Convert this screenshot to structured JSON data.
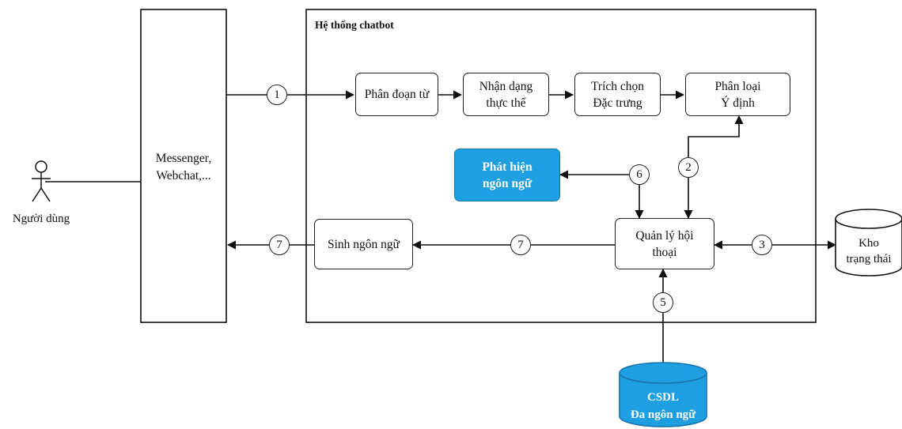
{
  "system_label": "Hệ thống chatbot",
  "channel": {
    "line1": "Messenger,",
    "line2": "Webchat,..."
  },
  "user": {
    "label": "Người dùng"
  },
  "pipeline": {
    "segment": "Phân đoạn từ",
    "ner": {
      "line1": "Nhận dạng",
      "line2": "thực thể"
    },
    "feature": {
      "line1": "Trích chọn",
      "line2": "Đặc trưng"
    },
    "intent": {
      "line1": "Phân loại",
      "line2": "Ý định"
    }
  },
  "lang_detect": {
    "line1": "Phát hiện",
    "line2": "ngôn ngữ"
  },
  "dialog_manager": {
    "line1": "Quản lý hội",
    "line2": "thoại"
  },
  "nlg": "Sinh ngôn ngữ",
  "state_store": {
    "line1": "Kho",
    "line2": "trạng thái"
  },
  "database": {
    "line1": "CSDL",
    "line2": "Đa ngôn ngữ"
  },
  "steps": {
    "s1": "1",
    "s2": "2",
    "s3": "3",
    "s5": "5",
    "s6": "6",
    "s7a": "7",
    "s7b": "7"
  },
  "colors": {
    "highlight_fill": "#1e9fe2",
    "highlight_border": "#1574ad",
    "stroke": "#222222"
  }
}
